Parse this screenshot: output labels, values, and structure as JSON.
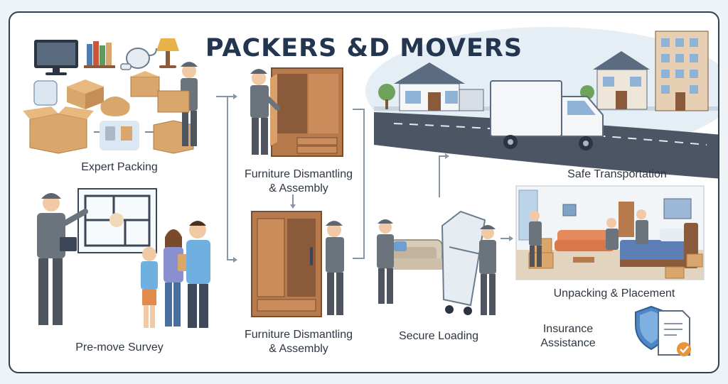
{
  "page": {
    "title": "PACKERS &D MOVERS"
  },
  "steps": {
    "expert_packing": "Expert Packing",
    "pre_move_survey": "Pre-move Survey",
    "furniture_dismantling_top_line1": "Furniture Dismantling",
    "furniture_dismantling_top_line2": "& Assembly",
    "furniture_dismantling_bottom_line1": "Furniture Dismantling",
    "furniture_dismantling_bottom_line2": "& Assembly",
    "secure_loading": "Secure Loading",
    "safe_transportation": "Safe Transportation",
    "unpacking_placement": "Unpacking & Placement",
    "insurance_line1": "Insurance",
    "insurance_line2": "Assistance"
  },
  "colors": {
    "title": "#23354f",
    "uniform": "#6b737d",
    "cardboard": "#d9a66b",
    "wood": "#b77a4c",
    "shield": "#4f86c6",
    "accent": "#e8943a"
  }
}
